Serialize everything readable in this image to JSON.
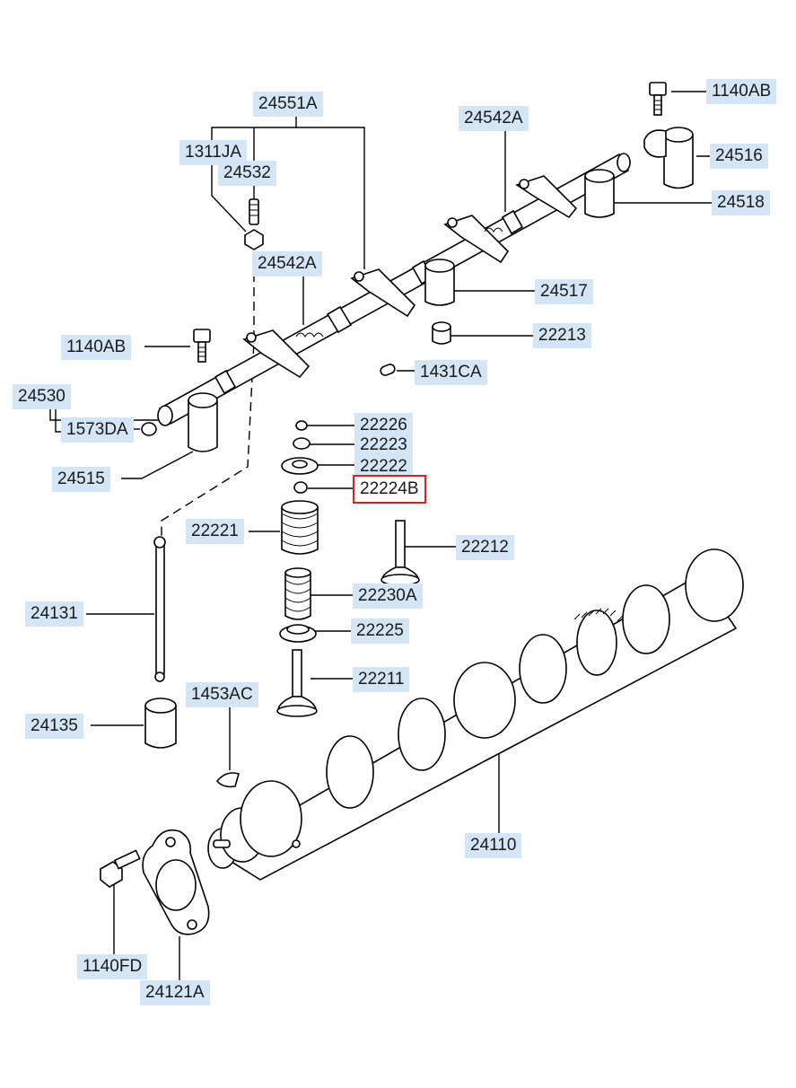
{
  "labels": {
    "p24551A": "24551A",
    "p1311JA": "1311JA",
    "p24532": "24532",
    "p24542A_top": "24542A",
    "p1140AB_top": "1140AB",
    "p24516": "24516",
    "p24518": "24518",
    "p24542A_mid": "24542A",
    "p24517": "24517",
    "p1140AB_left": "1140AB",
    "p22213": "22213",
    "p1431CA": "1431CA",
    "p24530": "24530",
    "p1573DA": "1573DA",
    "p22226": "22226",
    "p22223": "22223",
    "p22222": "22222",
    "p24515": "24515",
    "p22224B": "22224B",
    "p22221": "22221",
    "p22212": "22212",
    "p24131": "24131",
    "p22230A": "22230A",
    "p22225": "22225",
    "p1453AC": "1453AC",
    "p22211": "22211",
    "p24135": "24135",
    "p24110": "24110",
    "p1140FD": "1140FD",
    "p24121A": "24121A"
  },
  "highlight": {
    "selected_part": "22224B",
    "color": "#e02020"
  },
  "colors": {
    "label_bg": "#d4e6f6",
    "line": "#000000"
  }
}
